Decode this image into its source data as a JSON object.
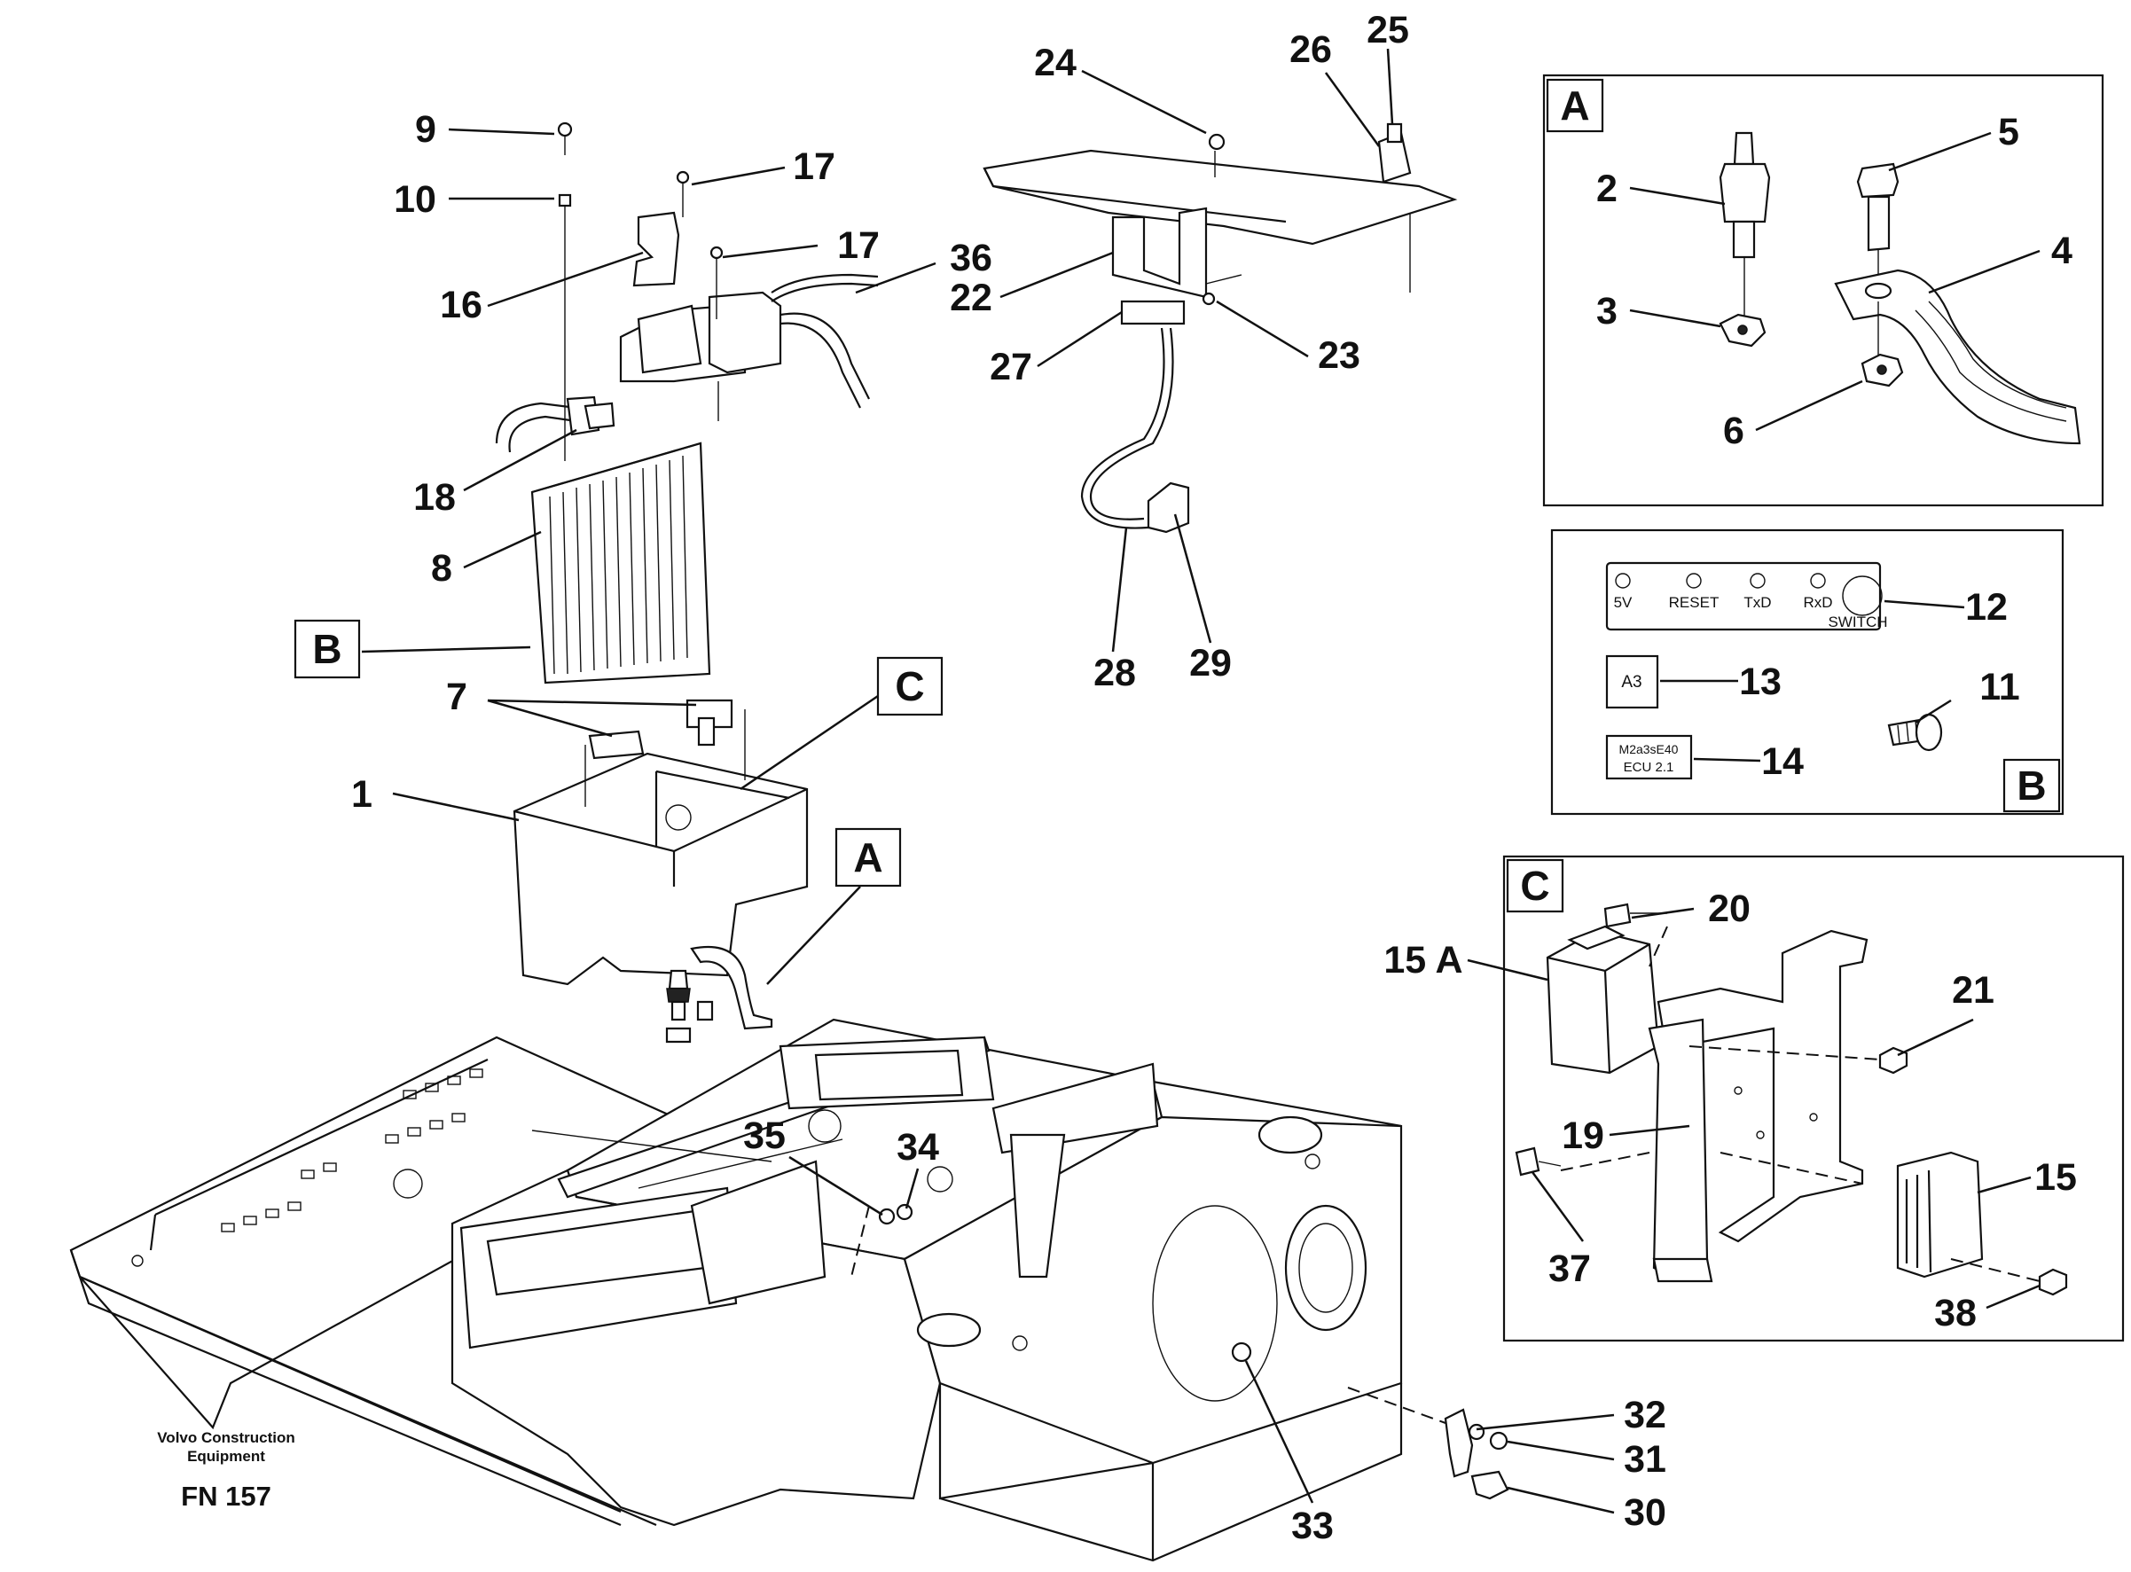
{
  "diagram": {
    "callouts": [
      "1",
      "2",
      "3",
      "4",
      "5",
      "6",
      "7",
      "8",
      "9",
      "10",
      "11",
      "12",
      "13",
      "14",
      "15",
      "15 A",
      "16",
      "17",
      "17",
      "18",
      "19",
      "20",
      "21",
      "22",
      "23",
      "24",
      "25",
      "26",
      "27",
      "28",
      "29",
      "30",
      "31",
      "32",
      "33",
      "34",
      "35",
      "36",
      "37",
      "38"
    ],
    "detail_boxes": {
      "A": "A",
      "B": "B",
      "C": "C"
    },
    "panel_b_labels": {
      "led_5v": "5V",
      "led_reset": "RESET",
      "led_txd": "TxD",
      "led_rxd": "RxD",
      "switch": "SWITCH",
      "sticker_a3": "A3",
      "sticker_part_line1": "M2a3sE40",
      "sticker_part_line2": "ECU 2.1"
    }
  },
  "footer": {
    "publisher_line1": "Volvo Construction",
    "publisher_line2": "Equipment",
    "figure_code": "FN 157"
  }
}
